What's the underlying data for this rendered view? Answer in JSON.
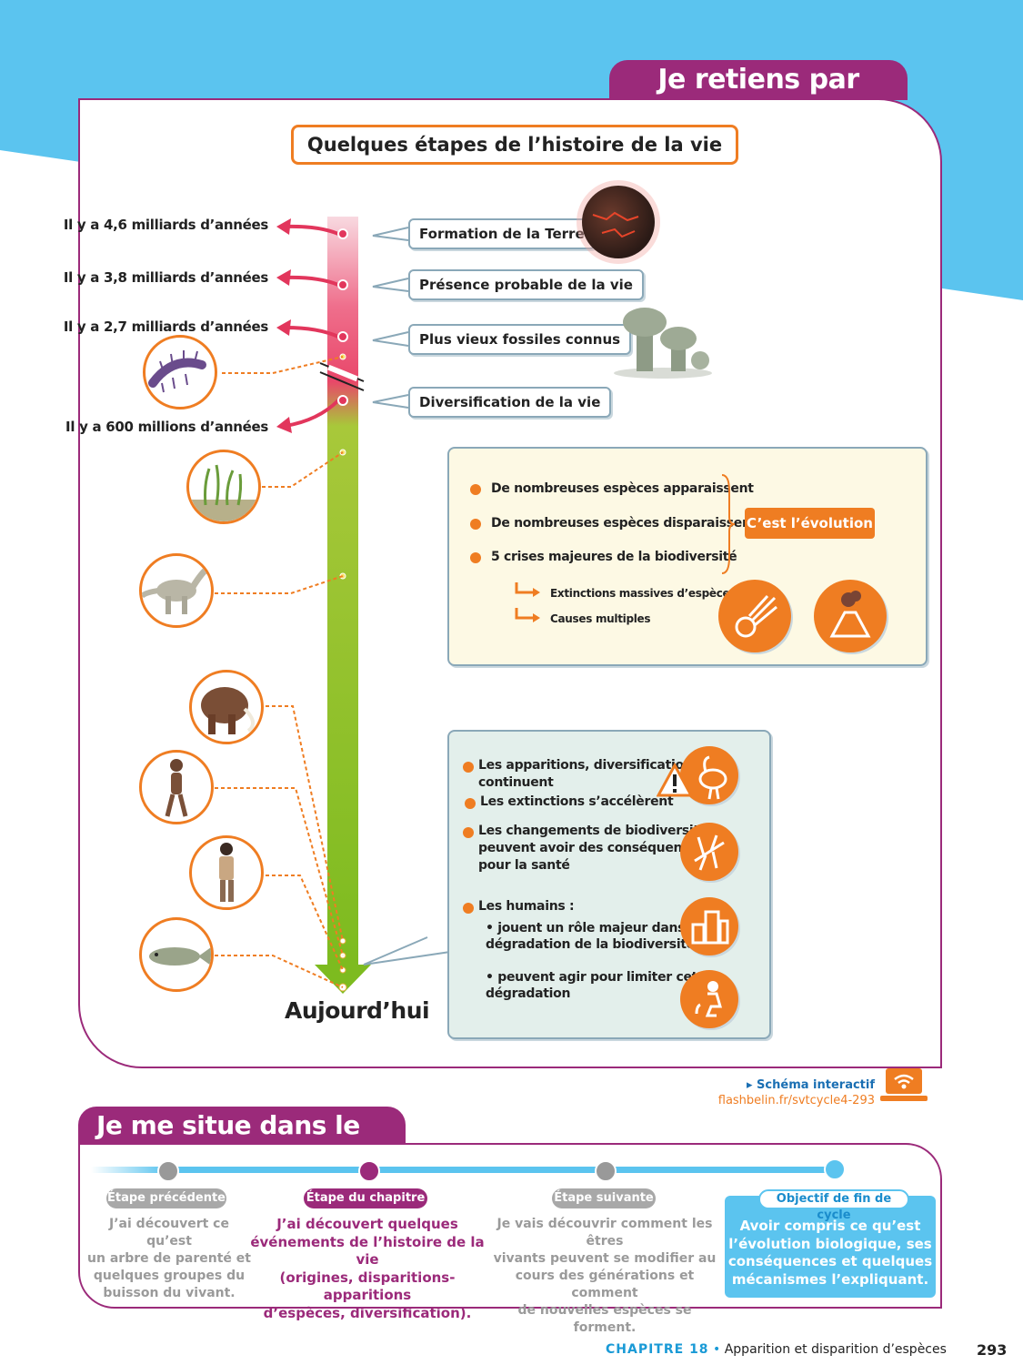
{
  "section_title": "Je retiens par l'image",
  "diagram_title": "Quelques étapes de l’histoire de la vie",
  "dates": [
    "Il y a 4,6 milliards d’années",
    "Il y a 3,8 milliards d’années",
    "Il y a 2,7 milliards d’années",
    "Il y a 600 millions d’années"
  ],
  "events": [
    "Formation de la Terre",
    "Présence probable de la vie",
    "Plus vieux fossiles connus",
    "Diversification de la vie"
  ],
  "evolution_box": {
    "bullets": [
      "De nombreuses espèces apparaissent",
      "De nombreuses espèces disparaissent",
      "5 crises majeures de la biodiversité"
    ],
    "sub_items": [
      "Extinctions massives d’espèces",
      "Causes multiples"
    ],
    "conclusion": "C’est l’évolution"
  },
  "today_box": {
    "item1_line1": "Les apparitions, diversifications",
    "item1_line2": "continuent",
    "item2": "Les extinctions s’accélèrent",
    "item3_line1": "Les changements de biodiversité",
    "item3_line2": "peuvent avoir des conséquences",
    "item3_line3": "pour la santé",
    "item4": "Les humains :",
    "sub1_line1": "• jouent un rôle majeur dans la",
    "sub1_line2": "dégradation de la biodiversité",
    "sub2_line1": "• peuvent agir pour limiter cette",
    "sub2_line2": "dégradation"
  },
  "today_label": "Aujourd’hui",
  "interactive": {
    "label": "▸ Schéma interactif",
    "url": "flashbelin.fr/svtcycle4-293"
  },
  "cycle": {
    "title": "Je me situe dans le cycle",
    "steps": [
      {
        "pill": "Étape précédente",
        "lines": [
          "J’ai découvert ce qu’est",
          "un arbre de parenté et",
          "quelques groupes du",
          "buisson du vivant."
        ]
      },
      {
        "pill": "Étape du chapitre",
        "lines": [
          "J’ai découvert quelques",
          "événements de l’histoire de la vie",
          "(origines, disparitions-apparitions",
          "d’espèces, diversification)."
        ]
      },
      {
        "pill": "Étape suivante",
        "lines": [
          "Je vais découvrir comment les êtres",
          "vivants peuvent se modifier au",
          "cours des générations et comment",
          "de nouvelles espèces se forment."
        ]
      },
      {
        "pill": "Objectif de fin de cycle",
        "lines": [
          "Avoir compris ce qu’est",
          "l’évolution biologique, ses",
          "conséquences et quelques",
          "mécanismes l’expliquant."
        ]
      }
    ]
  },
  "footer": {
    "chapter": "CHAPITRE 18",
    "separator": "•",
    "chapter_title": "Apparition et disparition d’espèces",
    "page": "293"
  },
  "colors": {
    "sky": "#5bc4ef",
    "purple": "#9b2a7a",
    "orange": "#ef7d22",
    "cycle_blue": "#5bc4ef"
  }
}
